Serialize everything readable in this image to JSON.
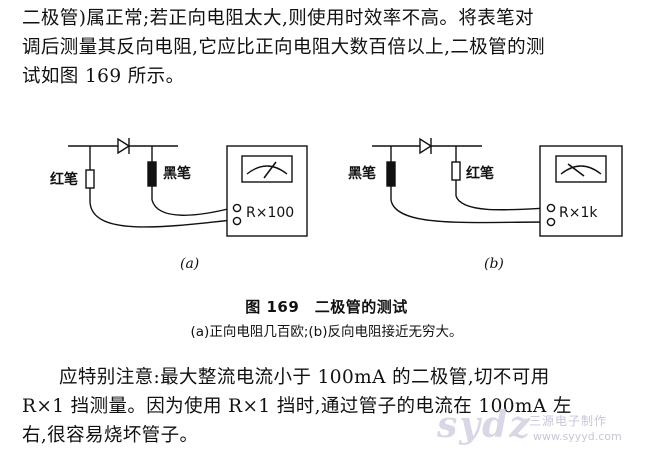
{
  "paragraph_top": {
    "lines": [
      "二极管)属正常;若正向电阻太大,则使用时效率不高。将表笔对",
      "调后测量其反向电阻,它应比正向电阻大数百倍以上,二极管的测",
      "试如图 169 所示。"
    ]
  },
  "figure_a": {
    "red_probe_label": "红笔",
    "black_probe_label": "黑笔",
    "range_label": "R×100",
    "sublabel": "(a)"
  },
  "figure_b": {
    "black_probe_label": "黑笔",
    "red_probe_label": "红笔",
    "range_label": "R×1k",
    "sublabel": "(b)"
  },
  "caption": {
    "title": "图 169　二极管的测试",
    "subtitle": "(a)正向电阻几百欧;(b)反向电阻接近无穷大。"
  },
  "paragraph_bottom": {
    "lines": [
      "应特别注意:最大整流电流小于 100mA 的二极管,切不可用",
      "R×1 挡测量。因为使用 R×1 挡时,通过管子的电流在 100mA 左",
      "右,很容易烧坏管子。"
    ]
  },
  "watermark": {
    "logo": "sydz",
    "name": "三源电子制作",
    "url": "www.syyyd.com"
  }
}
